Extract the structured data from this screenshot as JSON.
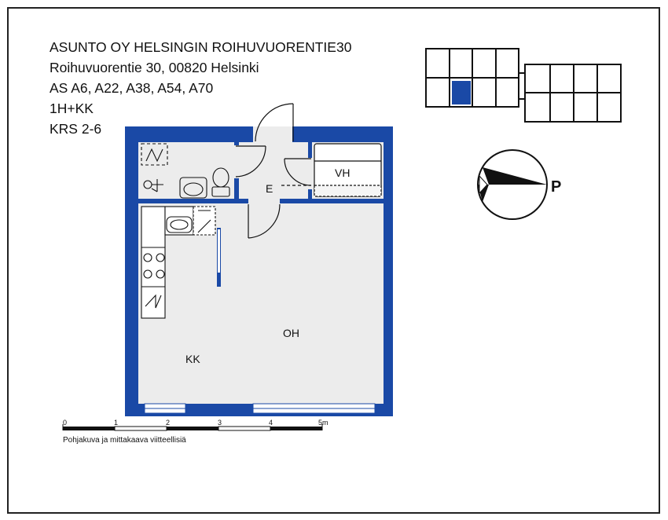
{
  "header": {
    "company": "ASUNTO OY HELSINGIN ROIHUVUORENTIE30",
    "address": "Roihuvuorentie 30, 00820 Helsinki",
    "apartments": "AS A6, A22, A38, A54, A70",
    "type": "1H+KK",
    "floors": "KRS 2-6"
  },
  "rooms": {
    "vh": "VH",
    "e": "E",
    "oh": "OH",
    "kk": "KK"
  },
  "compass": {
    "north": "P"
  },
  "scale": {
    "ticks": [
      "0",
      "1",
      "2",
      "3",
      "4",
      "5m"
    ],
    "note": "Pohjakuva ja mittakaava viitteellisiä"
  },
  "colors": {
    "wall": "#1a49a6",
    "floor": "#ececec",
    "highlight": "#1a49a6"
  }
}
